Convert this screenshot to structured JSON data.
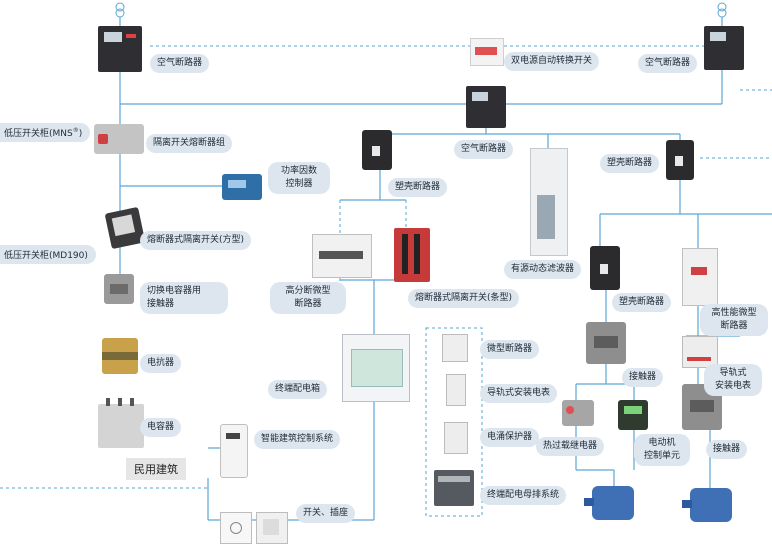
{
  "labels": {
    "acb_top_left": "空气断路器",
    "ats": "双电源自动转换开关",
    "acb_top_right": "空气断路器",
    "lv_mns": "低压开关柜(MNS",
    "lv_mns_sup": "®",
    "lv_mns_close": ")",
    "isolator_fuse": "隔离开关熔断器组",
    "acb_center": "空气断路器",
    "mccb_center": "塑壳断路器",
    "pf_controller": "功率因数\n控制器",
    "mccb_right": "塑壳断路器",
    "fuse_switch_square": "熔断器式隔离开关(方型)",
    "lv_md190": "低压开关柜(MD190)",
    "active_filter": "有源动态滤波器",
    "capacitor_contactor": "切换电容器用\n接触器",
    "hb_mcb": "高分断微型\n断路器",
    "fuse_switch_strip": "熔断器式隔离开关(条型)",
    "mccb_lower": "塑壳断路器",
    "hp_mcb": "高性能微型\n断路器",
    "reactor": "电抗器",
    "micro_breaker": "微型断路器",
    "contactor_mid": "接触器",
    "terminal_box": "终端配电箱",
    "din_meter_mid": "导轨式安装电表",
    "din_meter_right": "导轨式\n安装电表",
    "capacitor": "电容器",
    "surge": "电涌保护器",
    "thermal_relay": "热过载继电器",
    "motor_control": "电动机\n控制单元",
    "contactor_right": "接触器",
    "smart_building": "智能建筑控制系统",
    "civil_building": "民用建筑",
    "busbar": "终端配电母排系统",
    "switch_socket": "开关、插座"
  },
  "colors": {
    "line": "#5aa6d6",
    "label_bg": "#dde6ee"
  }
}
